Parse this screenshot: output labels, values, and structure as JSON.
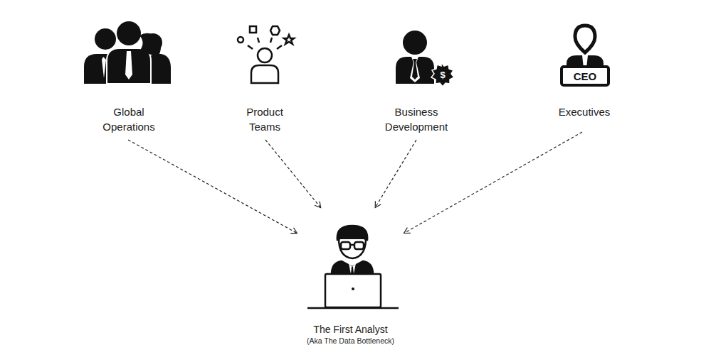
{
  "diagram": {
    "nodes": [
      {
        "text": [
          "Global Operations"
        ]
      },
      {
        "text": [
          "Product Teams"
        ]
      },
      {
        "text": [
          "Business Development"
        ]
      },
      {
        "text": [
          "Executives"
        ]
      },
      {
        "text": [
          "The First Analyst",
          "(Aka The Data Bottleneck)"
        ]
      }
    ],
    "edges": [
      {
        "from": 0,
        "to": 4,
        "arrow": "to"
      },
      {
        "from": 1,
        "to": 4,
        "arrow": "to"
      },
      {
        "from": 2,
        "to": 4,
        "arrow": "to"
      },
      {
        "from": 3,
        "to": 4,
        "arrow": "to"
      }
    ],
    "labels": [
      "CEO",
      "$"
    ]
  }
}
